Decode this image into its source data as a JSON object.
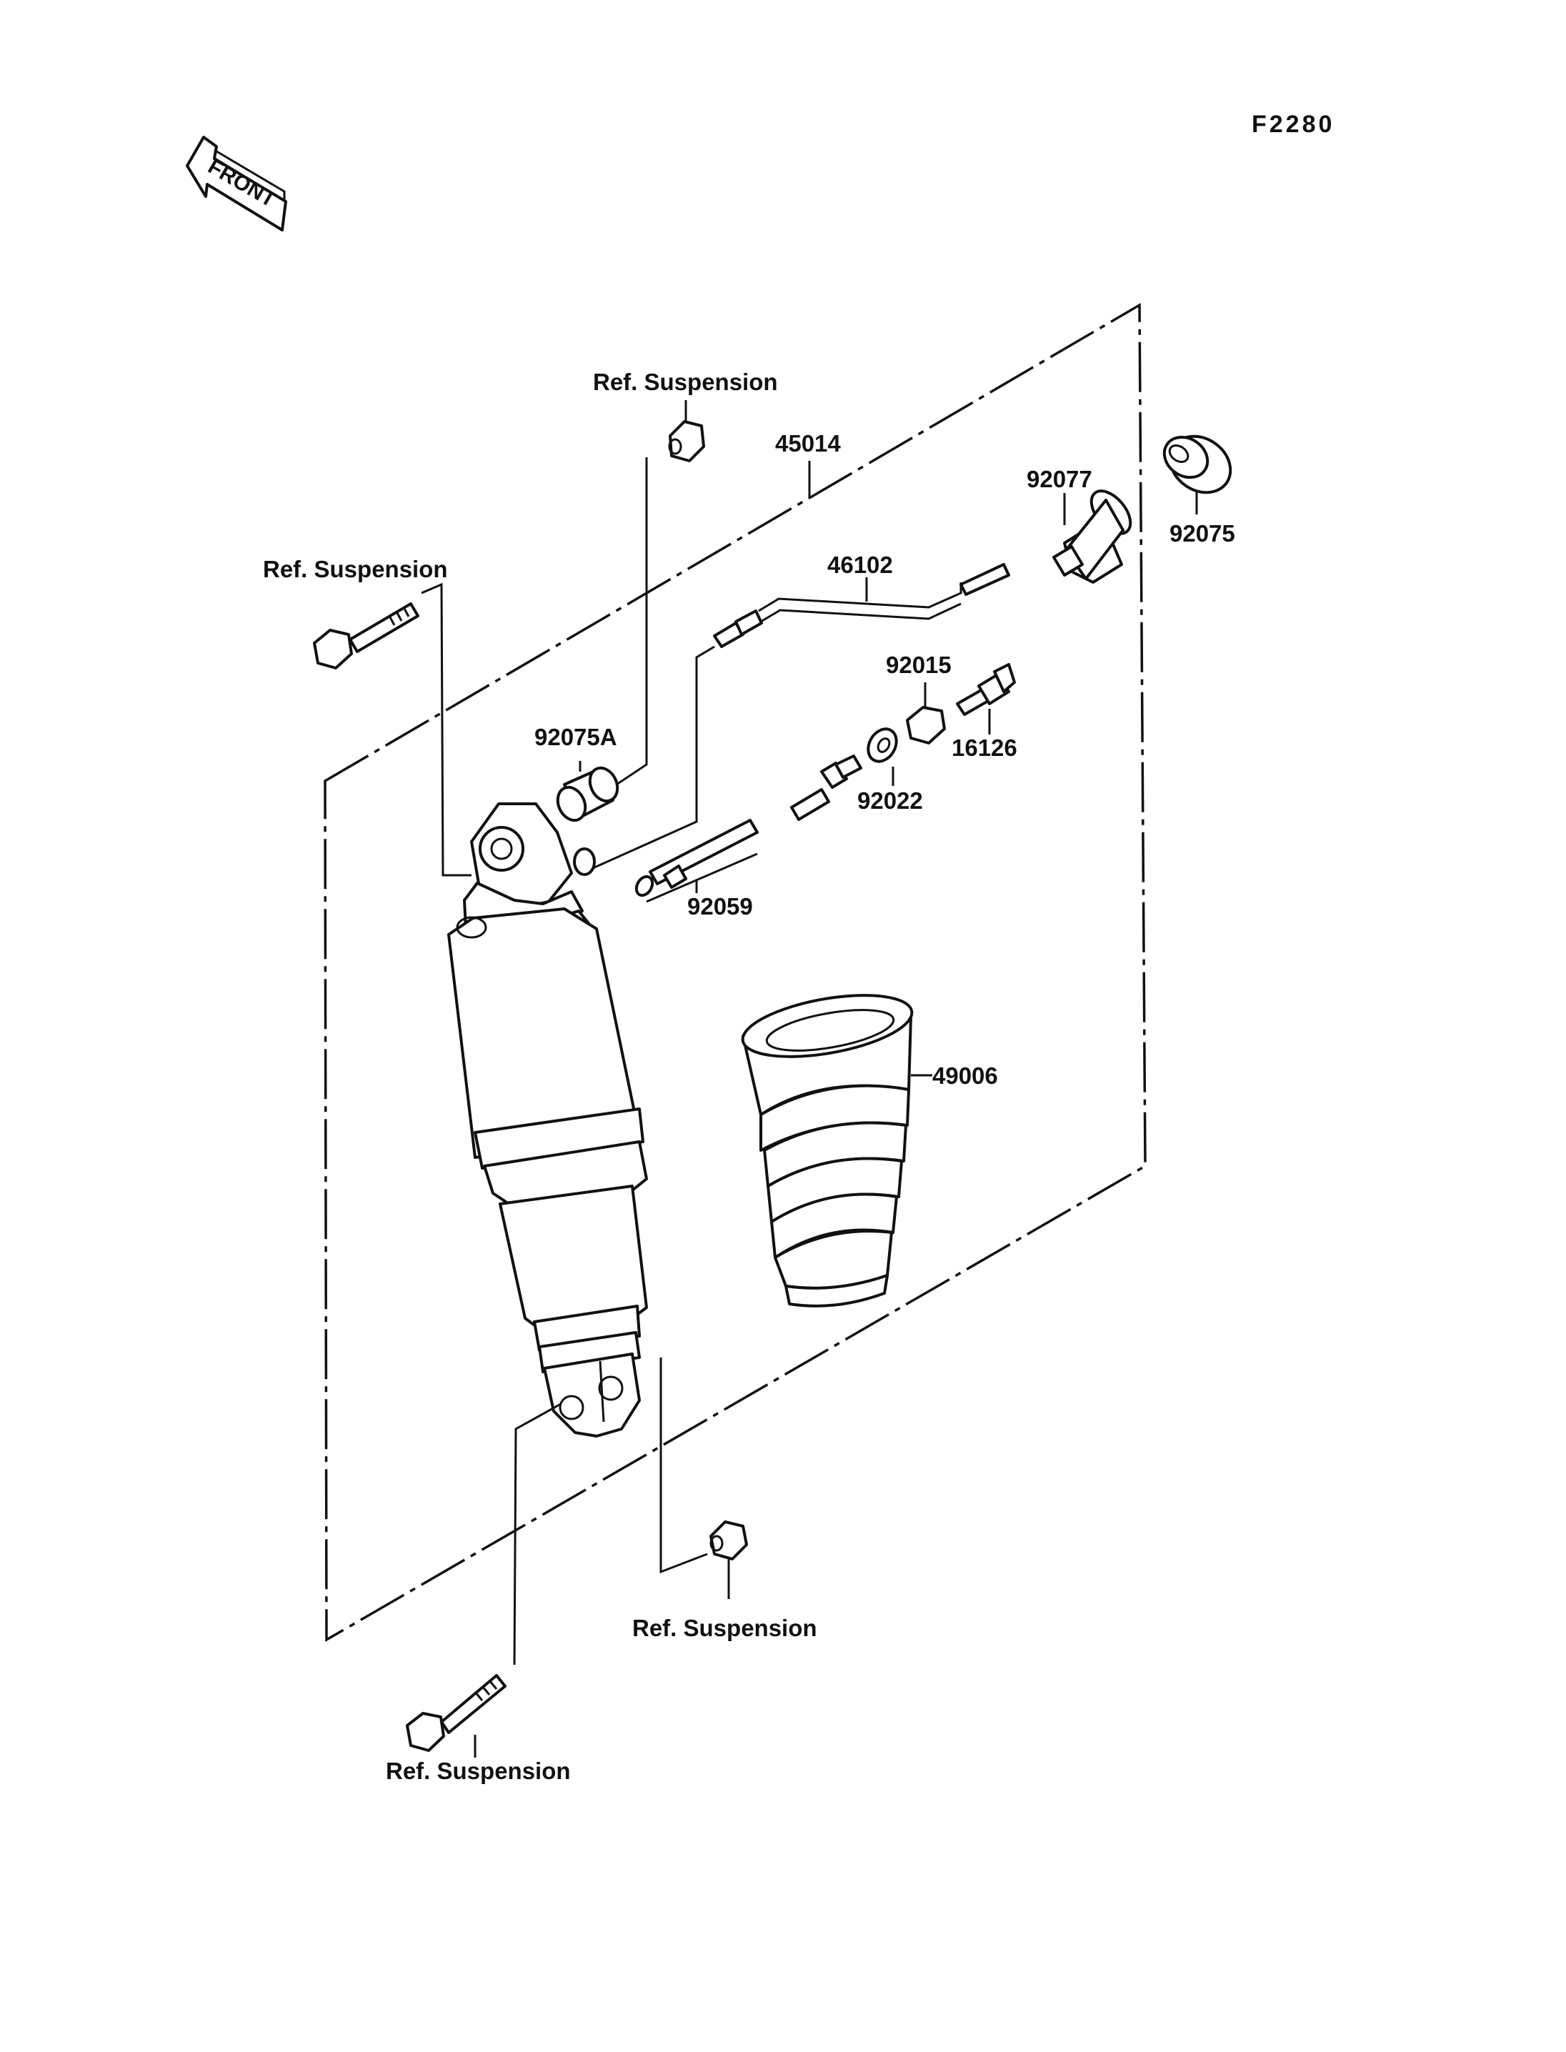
{
  "figure_code": "F2280",
  "front_arrow_label": "FRONT",
  "labels": {
    "ref_suspension_top_nut": "Ref. Suspension",
    "ref_suspension_top_bolt": "Ref. Suspension",
    "ref_suspension_bottom_nut": "Ref. Suspension",
    "ref_suspension_bottom_bolt": "Ref. Suspension",
    "part_45014": "45014",
    "part_92077": "92077",
    "part_92075": "92075",
    "part_46102": "46102",
    "part_92015": "92015",
    "part_16126": "16126",
    "part_92075A": "92075A",
    "part_92022": "92022",
    "part_92059": "92059",
    "part_49006": "49006"
  }
}
